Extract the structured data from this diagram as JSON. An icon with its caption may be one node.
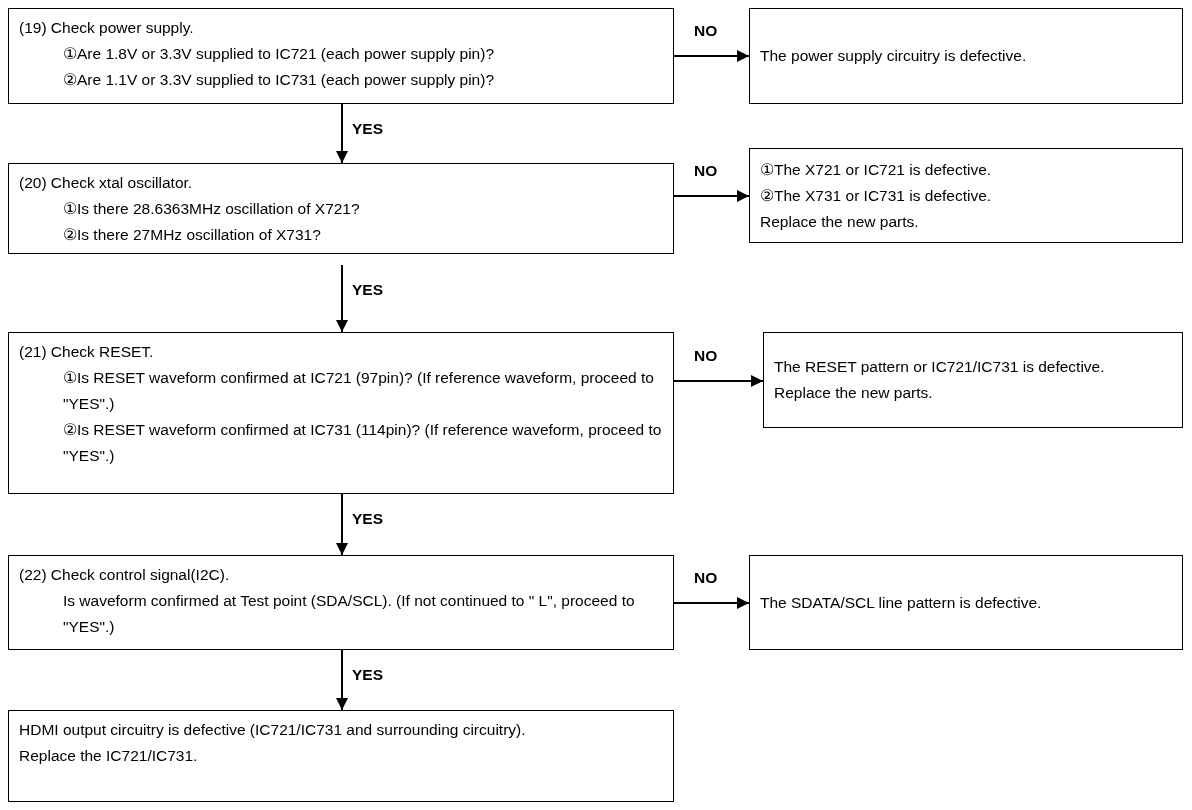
{
  "diagram": {
    "nodes": [
      {
        "text": [
          "(19) Check power supply.",
          "①Are 1.8V or 3.3V supplied to IC721 (each power supply pin)?",
          "②Are 1.1V or 3.3V supplied to IC731 (each power supply pin)?"
        ]
      },
      {
        "text": [
          "The power supply circuitry is defective."
        ]
      },
      {
        "text": [
          "(20) Check xtal oscillator.",
          "①Is there 28.6363MHz oscillation of X721?",
          "②Is there 27MHz oscillation of X731?"
        ]
      },
      {
        "text": [
          "①The X721 or IC721 is defective.",
          "②The X731 or IC731 is defective.",
          "Replace the new parts."
        ]
      },
      {
        "text": [
          "(21) Check RESET.",
          "①Is RESET waveform confirmed at IC721 (97pin)? (If reference waveform, proceed to \"YES\".)",
          "②Is RESET waveform confirmed at IC731 (114pin)? (If reference waveform, proceed to \"YES\".)"
        ]
      },
      {
        "text": [
          "The RESET pattern or IC721/IC731 is defective.",
          "Replace the new parts."
        ]
      },
      {
        "text": [
          "(22) Check control signal(I2C).",
          "Is waveform confirmed at Test point (SDA/SCL). (If not continued to \" L\", proceed to \"YES\".)"
        ]
      },
      {
        "text": [
          "The SDATA/SCL line pattern is defective."
        ]
      },
      {
        "text": [
          "HDMI output circuitry is defective (IC721/IC731 and surrounding circuitry).",
          "Replace the IC721/IC731."
        ]
      }
    ],
    "edges": [
      {
        "from": 0,
        "to": 1,
        "arrow": "to",
        "label": "NO"
      },
      {
        "from": 0,
        "to": 2,
        "arrow": "to",
        "label": "YES"
      },
      {
        "from": 2,
        "to": 3,
        "arrow": "to",
        "label": "NO"
      },
      {
        "from": 2,
        "to": 4,
        "arrow": "to",
        "label": "YES"
      },
      {
        "from": 4,
        "to": 5,
        "arrow": "to",
        "label": "NO"
      },
      {
        "from": 4,
        "to": 6,
        "arrow": "to",
        "label": "YES"
      },
      {
        "from": 6,
        "to": 7,
        "arrow": "to",
        "label": "NO"
      },
      {
        "from": 6,
        "to": 8,
        "arrow": "to",
        "label": "YES"
      }
    ]
  }
}
